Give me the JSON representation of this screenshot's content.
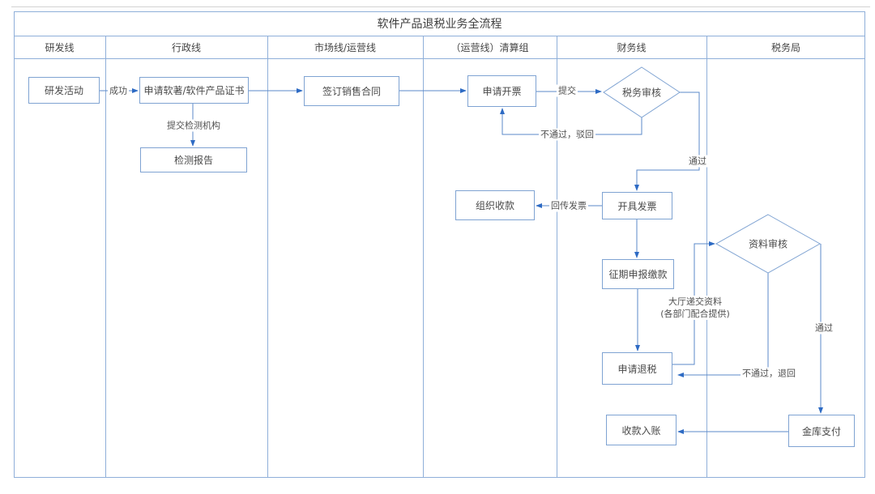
{
  "title": "软件产品退税业务全流程",
  "lanes": [
    {
      "label": "研发线"
    },
    {
      "label": "行政线"
    },
    {
      "label": "市场线/运营线"
    },
    {
      "label": "（运营线）清算组"
    },
    {
      "label": "财务线"
    },
    {
      "label": "税务局"
    }
  ],
  "nodes": {
    "rd_activity": {
      "label": "研发活动",
      "type": "process",
      "lane": "研发线"
    },
    "apply_cert": {
      "label": "申请软著/软件产品证书",
      "type": "process",
      "lane": "行政线"
    },
    "test_report": {
      "label": "检测报告",
      "type": "process",
      "lane": "行政线"
    },
    "sign_contract": {
      "label": "签订销售合同",
      "type": "process",
      "lane": "市场线/运营线"
    },
    "apply_invoice": {
      "label": "申请开票",
      "type": "process",
      "lane": "（运营线）清算组"
    },
    "tax_review": {
      "label": "税务审核",
      "type": "decision",
      "lane": "财务线"
    },
    "organize_collection": {
      "label": "组织收款",
      "type": "process",
      "lane": "（运营线）清算组"
    },
    "issue_invoice": {
      "label": "开具发票",
      "type": "process",
      "lane": "财务线"
    },
    "declare_pay": {
      "label": "征期申报缴款",
      "type": "process",
      "lane": "财务线"
    },
    "material_review": {
      "label": "资料审核",
      "type": "decision",
      "lane": "税务局"
    },
    "apply_refund": {
      "label": "申请退税",
      "type": "process",
      "lane": "财务线"
    },
    "receive_payment": {
      "label": "收款入账",
      "type": "process",
      "lane": "财务线"
    },
    "treasury_pay": {
      "label": "金库支付",
      "type": "process",
      "lane": "税务局"
    }
  },
  "edge_labels": {
    "success": "成功",
    "submit_test_org": "提交检测机构",
    "submit": "提交",
    "fail_reject": "不通过，驳回",
    "pass_1": "通过",
    "return_invoice": "回传发票",
    "hall_submit_line1": "大厅递交资料",
    "hall_submit_line2": "(各部门配合提供)",
    "fail_return": "不通过，退回",
    "pass_2": "通过"
  },
  "colors": {
    "table_border": "#8FAFD9",
    "node_border": "#7FA3D2",
    "connector": "#5B8AC9",
    "arrowhead": "#2E6BC4",
    "text": "#4A4A4A",
    "background": "#FFFFFF"
  }
}
